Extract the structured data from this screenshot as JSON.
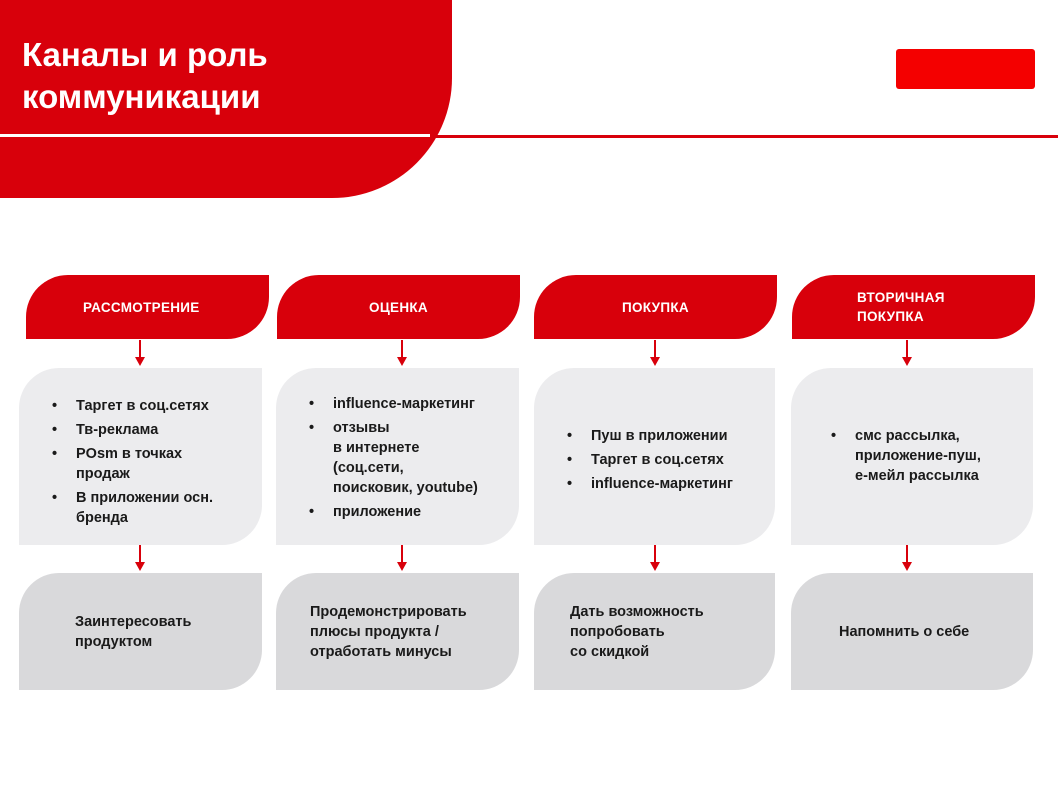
{
  "title": "Каналы и роль\nкоммуникации",
  "colors": {
    "accent": "#d8000b",
    "card": "#ececee",
    "goal": "#d9d9db"
  },
  "stages": [
    {
      "name": "РАССМОТРЕНИЕ",
      "channels": [
        "Таргет в соц.сетях",
        "Тв-реклама",
        "POsm в точках\nпродаж",
        "В приложении осн.\nбренда"
      ],
      "goal": "Заинтересовать\nпродуктом"
    },
    {
      "name": "ОЦЕНКА",
      "channels": [
        "influence-маркетинг",
        "отзывы\nв интернете\n(соц.сети,\nпоисковик, youtube)",
        "приложение"
      ],
      "goal": "Продемонстрировать\nплюсы продукта /\nотработать минусы"
    },
    {
      "name": "ПОКУПКА",
      "channels": [
        "Пуш в приложении",
        "Таргет в соц.сетях",
        "influence-маркетинг"
      ],
      "goal": "Дать возможность\nпопробовать\nсо скидкой"
    },
    {
      "name": "ВТОРИЧНАЯ\nПОКУПКА",
      "channels": [
        "смс рассылка,\nприложение-пуш,\nе-мейл рассылка"
      ],
      "goal": "Напомнить о себе"
    }
  ]
}
